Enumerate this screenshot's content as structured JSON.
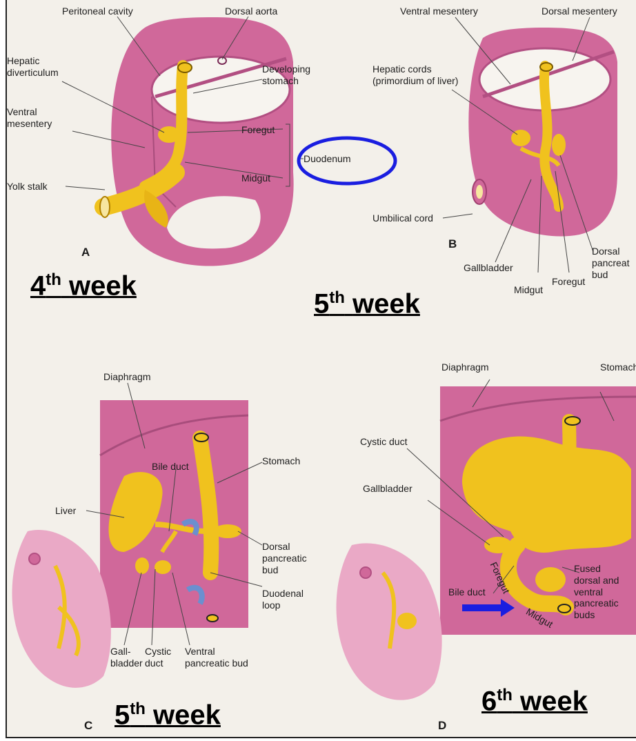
{
  "panel_a": {
    "letter": "A",
    "week_num": "4",
    "week_sup": "th",
    "week_word": "week",
    "labels": {
      "peritoneal_cavity": "Peritoneal cavity",
      "dorsal_aorta": "Dorsal aorta",
      "hepatic_diverticulum": "Hepatic diverticulum",
      "developing_stomach": "Developing stomach",
      "ventral_mesentery": "Ventral mesentery",
      "foregut": "Foregut",
      "duodenum": "Duodenum",
      "midgut": "Midgut",
      "yolk_stalk": "Yolk stalk"
    }
  },
  "panel_b": {
    "letter": "B",
    "week_num": "5",
    "week_sup": "th",
    "week_word": "week",
    "labels": {
      "ventral_mesentery": "Ventral mesentery",
      "dorsal_mesentery": "Dorsal mesentery",
      "hepatic_cords": "Hepatic cords (primordium of liver)",
      "umbilical_cord": "Umbilical cord",
      "gallbladder": "Gallbladder",
      "midgut": "Midgut",
      "foregut": "Foregut",
      "dorsal_pancreatic_bud": "Dorsal pancreat bud"
    }
  },
  "panel_c": {
    "letter": "C",
    "week_num": "5",
    "week_sup": "th",
    "week_word": "week",
    "labels": {
      "diaphragm": "Diaphragm",
      "stomach": "Stomach",
      "bile_duct": "Bile duct",
      "liver": "Liver",
      "dorsal_pancreatic_bud": "Dorsal pancreatic bud",
      "duodenal_loop": "Duodenal loop",
      "gallbladder": "Gall- bladder",
      "cystic_duct": "Cystic duct",
      "ventral_pancreatic_bud": "Ventral pancreatic bud"
    }
  },
  "panel_d": {
    "letter": "D",
    "week_num": "6",
    "week_sup": "th",
    "week_word": "week",
    "labels": {
      "diaphragm": "Diaphragm",
      "stomach": "Stomach",
      "cystic_duct": "Cystic duct",
      "gallbladder": "Gallbladder",
      "bile_duct": "Bile duct",
      "foregut": "Foregut",
      "midgut": "Midgut",
      "fused_buds": "Fused dorsal and ventral pancreatic buds"
    }
  },
  "colors": {
    "mesoderm_pink": "#d0689a",
    "mesoderm_light": "#e9a3c3",
    "gut_yellow": "#f0c21e",
    "highlight_blue": "#1a1ee0",
    "background": "#f3f0ea"
  }
}
